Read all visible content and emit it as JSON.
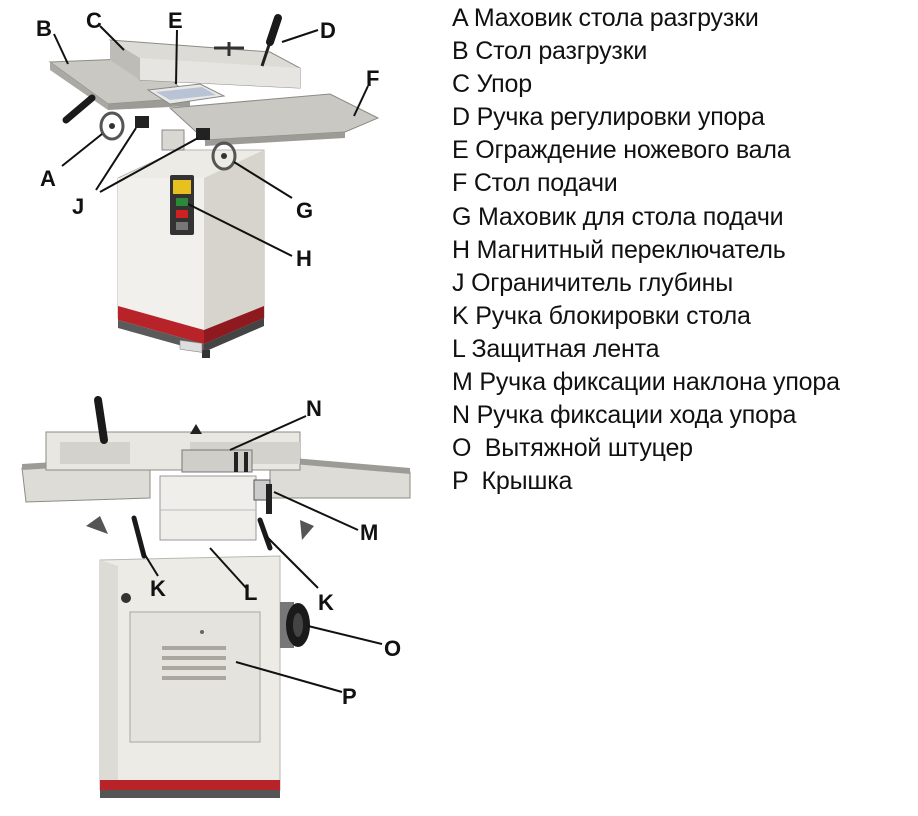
{
  "figure_top": {
    "callouts": {
      "A": "A",
      "B": "B",
      "C": "C",
      "D": "D",
      "E": "E",
      "F": "F",
      "G": "G",
      "H": "H",
      "J": "J"
    }
  },
  "figure_bottom": {
    "callouts": {
      "N": "N",
      "M": "M",
      "K1": "K",
      "K2": "K",
      "L": "L",
      "O": "O",
      "P": "P"
    }
  },
  "legend": {
    "items": [
      {
        "letter": "A",
        "sep": " ",
        "label": "Маховик стола разгрузки"
      },
      {
        "letter": "B",
        "sep": " ",
        "label": "Стол разгрузки"
      },
      {
        "letter": "C",
        "sep": " ",
        "label": "Упор"
      },
      {
        "letter": "D",
        "sep": " ",
        "label": "Ручка регулировки упора"
      },
      {
        "letter": "E",
        "sep": " ",
        "label": "Ограждение ножевого вала"
      },
      {
        "letter": "F",
        "sep": " ",
        "label": "Стол подачи"
      },
      {
        "letter": "G",
        "sep": " ",
        "label": "Маховик для стола подачи"
      },
      {
        "letter": "H",
        "sep": " ",
        "label": "Магнитный переключатель"
      },
      {
        "letter": "J",
        "sep": " ",
        "label": "Ограничитель глубины"
      },
      {
        "letter": "K",
        "sep": " ",
        "label": "Ручка блокировки стола"
      },
      {
        "letter": "L",
        "sep": " ",
        "label": "Защитная лента"
      },
      {
        "letter": "M",
        "sep": " ",
        "label": "Ручка фиксации наклона упора"
      },
      {
        "letter": "N",
        "sep": " ",
        "label": "Ручка фиксации хода упора"
      },
      {
        "letter": "O",
        "sep": "  ",
        "label": "Вытяжной штуцер"
      },
      {
        "letter": "P",
        "sep": "  ",
        "label": "Крышка"
      }
    ]
  },
  "colors": {
    "cabinet": "#ecebe6",
    "cabinet_shade": "#cfcdc6",
    "table": "#c9c8c3",
    "table_dark": "#9c9b96",
    "base_stripe": "#b8232a",
    "black": "#1a1a1a",
    "switch": "#333333",
    "switch_accent": "#e8c020"
  }
}
